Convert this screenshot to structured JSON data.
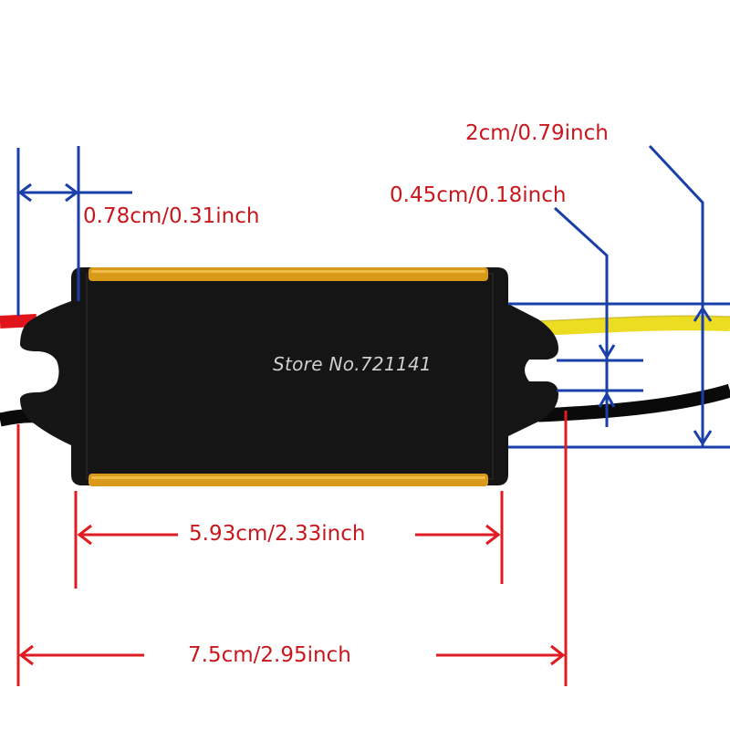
{
  "colors": {
    "body": "#151515",
    "rail": "#d99a1a",
    "red_wire": "#e0141a",
    "yellow_wire": "#ecdc22",
    "black_wire": "#0a0a0a",
    "red_dim": "#e01b22",
    "blue_dim": "#1a3fa8"
  },
  "watermark": "Store No.721141",
  "dimensions": {
    "wire_strip": "0.78cm/0.31inch",
    "outlet_height": "2cm/0.79inch",
    "wire_gap": "0.45cm/0.18inch",
    "body_length": "5.93cm/2.33inch",
    "total_length": "7.5cm/2.95inch"
  }
}
